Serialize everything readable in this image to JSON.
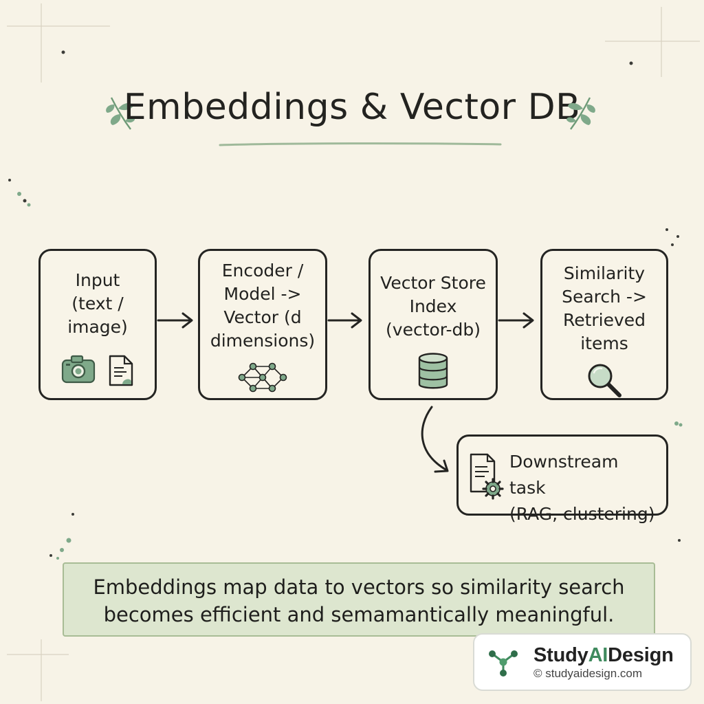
{
  "title": "Embeddings & Vector DB",
  "nodes": {
    "input": {
      "label": "Input\n(text /\nimage)",
      "icons": [
        "camera-icon",
        "document-icon"
      ]
    },
    "encoder": {
      "label": "Encoder /\nModel ->\nVector (d\ndimensions)",
      "icons": [
        "neural-network-icon"
      ]
    },
    "vector_store": {
      "label": "Vector Store\nIndex\n(vector-db)",
      "icons": [
        "database-icon"
      ]
    },
    "similarity": {
      "label": "Similarity\nSearch ->\nRetrieved\nitems",
      "icons": [
        "magnifier-icon"
      ]
    },
    "downstream": {
      "label": "Downstream task\n(RAG, clustering)",
      "icons": [
        "document-gear-icon"
      ]
    }
  },
  "edges": [
    {
      "from": "input",
      "to": "encoder"
    },
    {
      "from": "encoder",
      "to": "vector_store"
    },
    {
      "from": "vector_store",
      "to": "similarity"
    },
    {
      "from": "vector_store",
      "to": "downstream"
    }
  ],
  "summary": "Embeddings map data to vectors so similarity search\nbecomes efficient and semamantically meaningful.",
  "brand": {
    "name_part1": "Study",
    "name_part2": "AI",
    "name_part3": "Design",
    "url": "© studyaidesign.com"
  },
  "colors": {
    "background": "#f7f3e7",
    "accent_green": "#7fa98a",
    "summary_fill": "#dde6cf",
    "ink": "#242422",
    "brand_green": "#3f8a5e"
  }
}
